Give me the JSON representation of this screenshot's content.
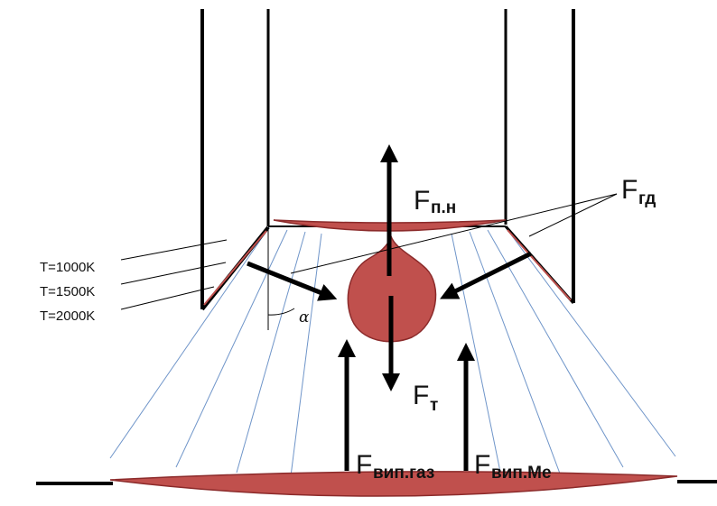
{
  "temperatures": [
    "T=1000K",
    "T=1500K",
    "T=2000K"
  ],
  "angle_label": "α",
  "forces": {
    "surface_tension": {
      "main": "F",
      "sub": "п.н"
    },
    "gas_dynamic": {
      "main": "F",
      "sub": "гд"
    },
    "gravity": {
      "main": "F",
      "sub": "т"
    },
    "gas_evaporation": {
      "main": "F",
      "sub": "вип.газ"
    },
    "metal_evaporation": {
      "main": "F",
      "sub": "вип.Ме"
    }
  },
  "colors": {
    "metal": "#c0504d",
    "metal_edge": "#8b2a2a",
    "arc_lines": "#6f95c9",
    "arrow": "#000000"
  }
}
